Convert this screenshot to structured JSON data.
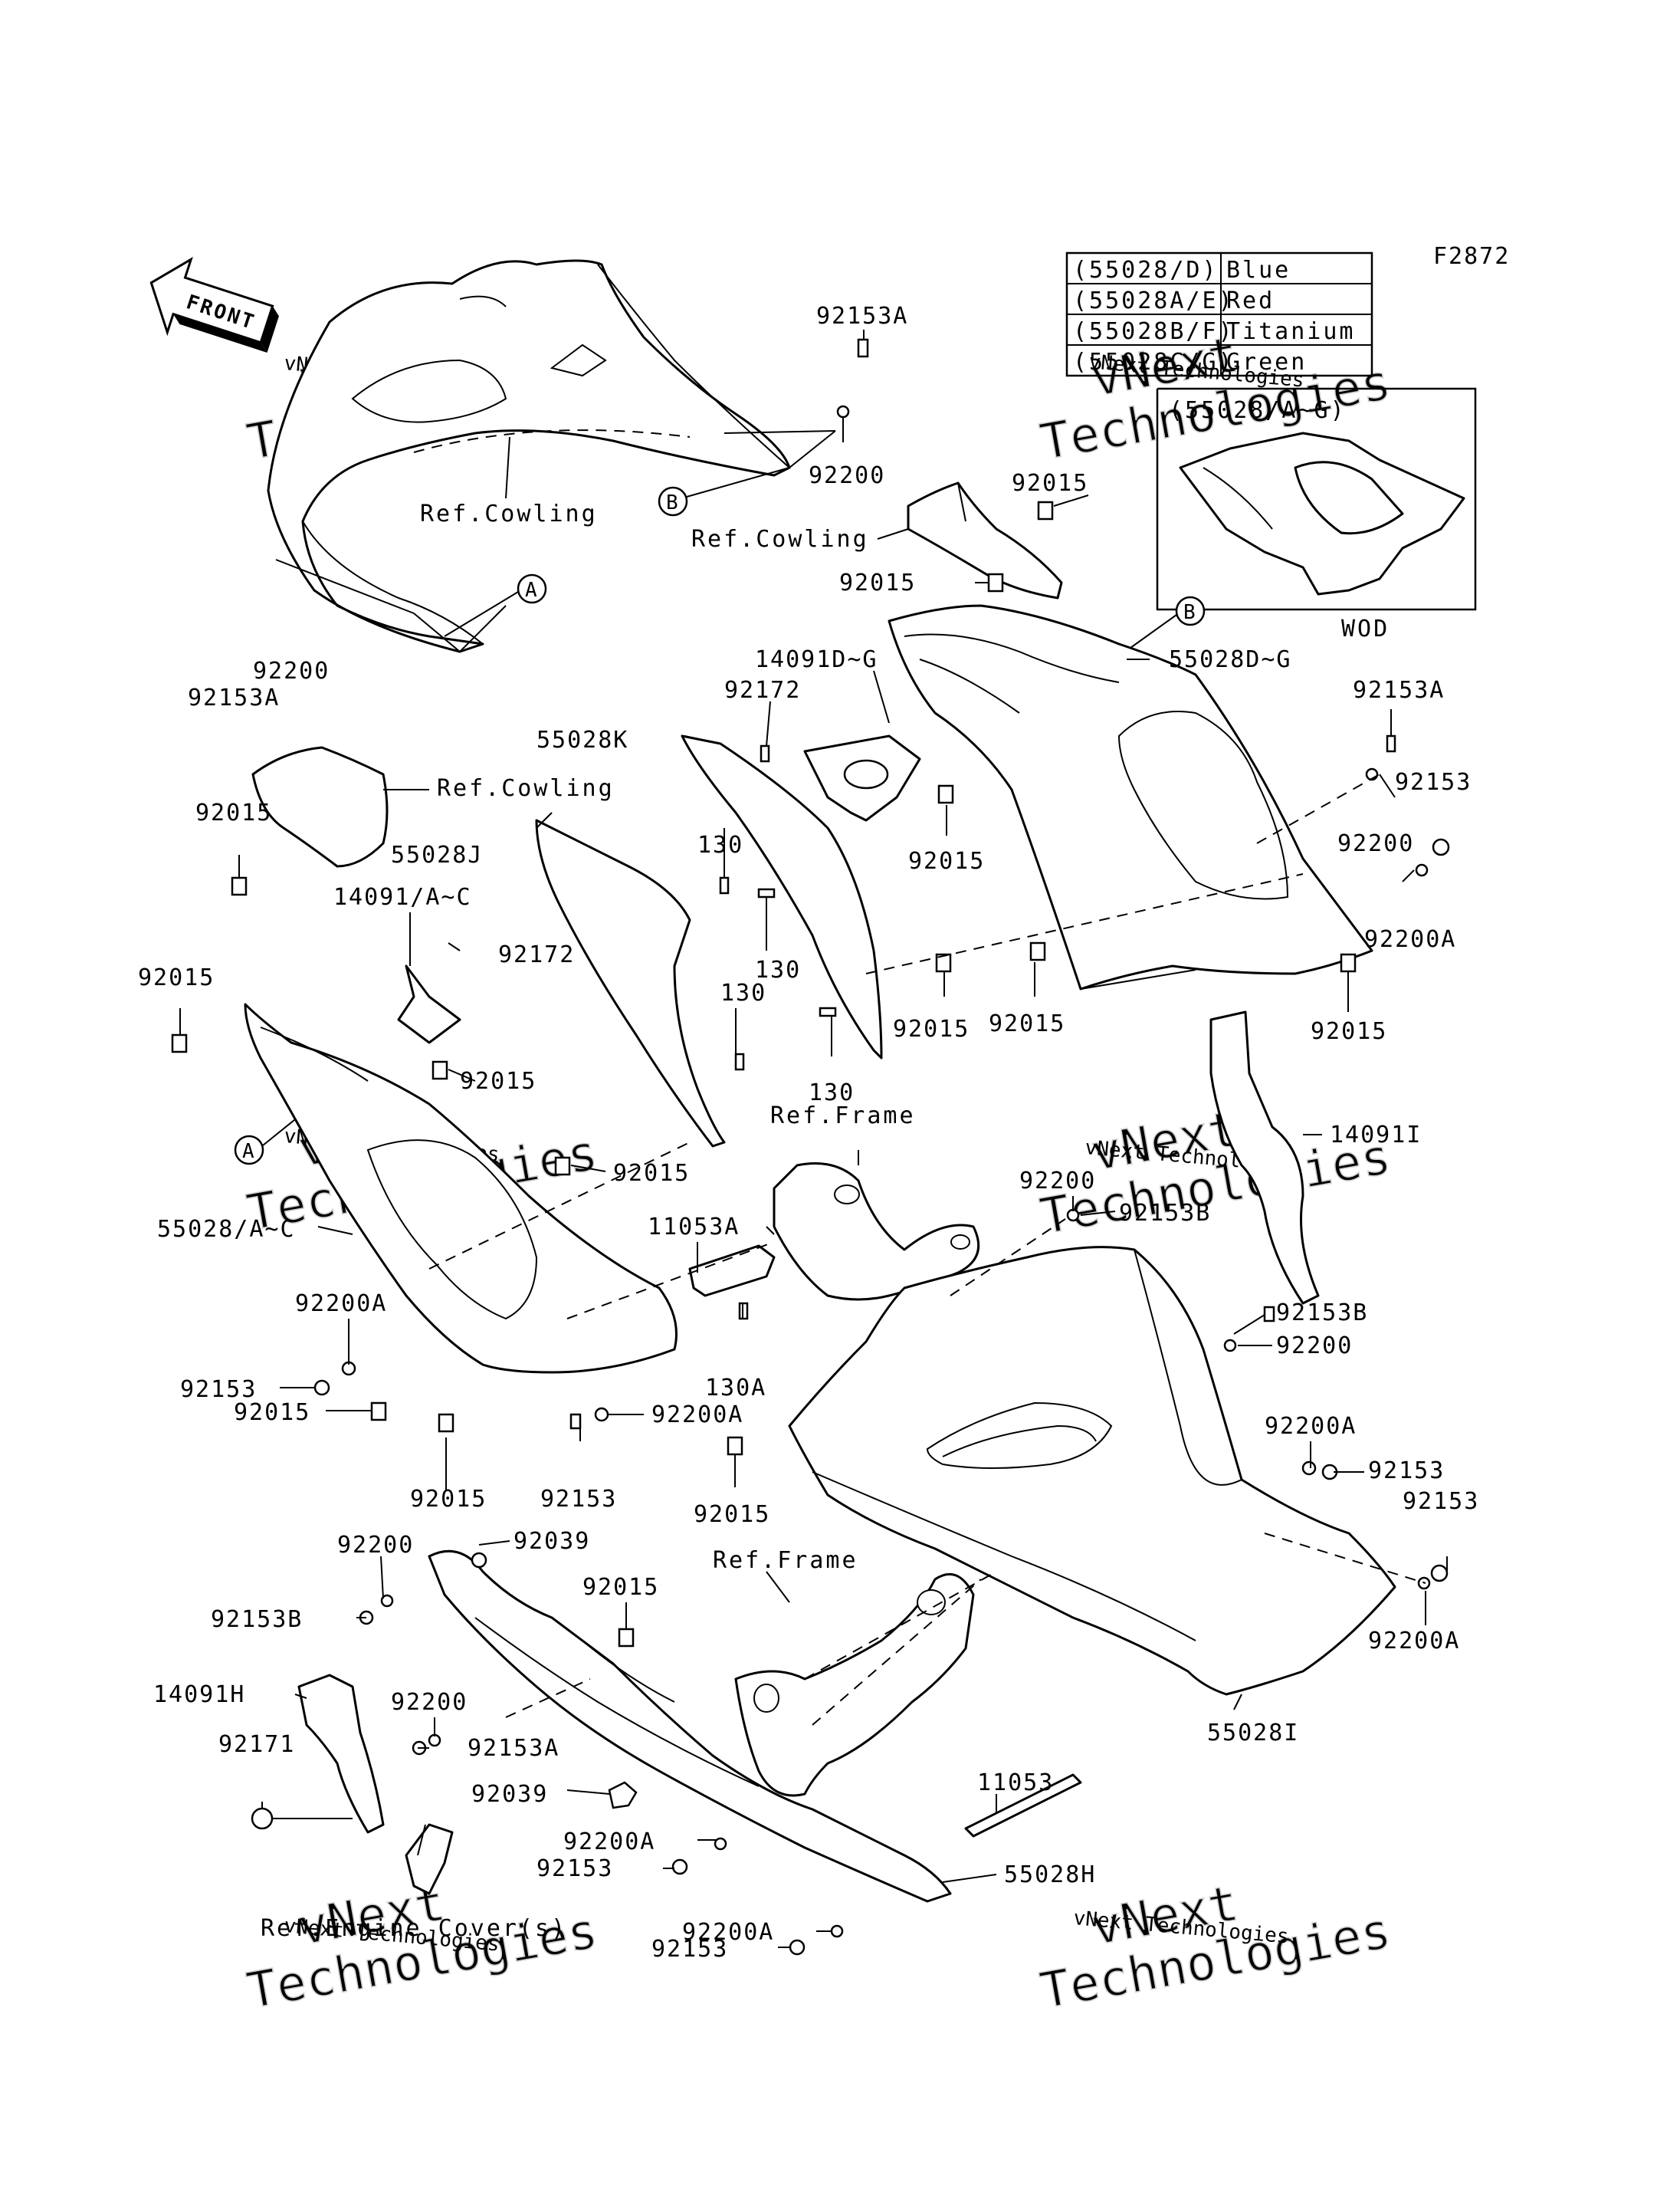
{
  "figure_code": "F2872",
  "front_label": "FRONT",
  "color_table": [
    {
      "code": "(55028/D)",
      "color": "Blue"
    },
    {
      "code": "(55028A/E)",
      "color": "Red"
    },
    {
      "code": "(55028B/F)",
      "color": "Titanium"
    },
    {
      "code": "(55028C/G)",
      "color": "Green"
    }
  ],
  "inset": {
    "title": "(55028/A~G)",
    "caption": "WOD"
  },
  "callouts": {
    "a": "A",
    "b": "B"
  },
  "refs": {
    "cowling": "Ref.Cowling",
    "frame": "Ref.Frame",
    "engine_cover": "Ref.Engine Cover(s)"
  },
  "watermark": {
    "brand": "vNext",
    "name": "Technologies",
    "full": "vNext Technologies"
  },
  "labels": {
    "p92153A_top": "92153A",
    "p92200_top": "92200",
    "p92015_top": "92015",
    "p92015_b": "92015",
    "p14091DG": "14091D~G",
    "p55028DG": "55028D~G",
    "p92172_mid": "92172",
    "p55028K": "55028K",
    "p92153A_r": "92153A",
    "p92153_r": "92153",
    "p92200_r": "92200",
    "p92200A_r": "92200A",
    "p92015_c": "92015",
    "p92015_r": "92015",
    "p92200_left": "92200",
    "p92153A_left": "92153A",
    "p92015_left": "92015",
    "p55028J": "55028J",
    "p130_a": "130",
    "p130_b": "130",
    "p130_c": "130",
    "p130_d": "130",
    "p14091AC": "14091/A~C",
    "p92172_left": "92172",
    "p92015_l2": "92015",
    "p92015_l3": "92015",
    "p92015_l4": "92015",
    "p92015_d": "92015",
    "p92015_e": "92015",
    "p14091I": "14091I",
    "p92200_f": "92200",
    "p92153B_f": "92153B",
    "p11053A": "11053A",
    "p55028AC": "55028/A~C",
    "p92200A_l": "92200A",
    "p92153_l": "92153",
    "p92015_l5": "92015",
    "p130A": "130A",
    "p92153B_r2": "92153B",
    "p92200_r2": "92200",
    "p92200A_l2": "92200A",
    "p92015_l6": "92015",
    "p92153_l2": "92153",
    "p92200A_r3": "92200A",
    "p92153_r3": "92153",
    "p92015_m": "92015",
    "p92153_r4": "92153",
    "p92200A_r4": "92200A",
    "p92200_l3": "92200",
    "p92039_t": "92039",
    "p92015_n": "92015",
    "p92153B_l": "92153B",
    "p14091H": "14091H",
    "p92200_l4": "92200",
    "p92171": "92171",
    "p92153A_l4": "92153A",
    "p92039_b": "92039",
    "p11053": "11053",
    "p55028I": "55028I",
    "p92200A_b1": "92200A",
    "p92153_b1": "92153",
    "p55028H": "55028H",
    "p92200A_b2": "92200A",
    "p92153_b2": "92153"
  }
}
